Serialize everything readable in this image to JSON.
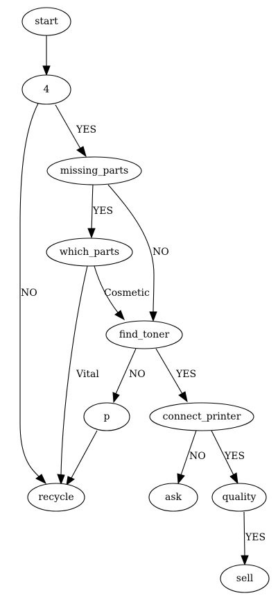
{
  "nodes": {
    "start": "start",
    "four": "4",
    "missing_parts": "missing_parts",
    "which_parts": "which_parts",
    "find_toner": "find_toner",
    "p": "p",
    "connect_printer": "connect_printer",
    "recycle": "recycle",
    "ask": "ask",
    "quality": "quality",
    "sell": "sell"
  },
  "edges": {
    "four_to_missing_parts": "YES",
    "four_to_recycle": "NO",
    "missing_parts_to_which_parts": "YES",
    "missing_parts_to_find_toner": "NO",
    "which_parts_to_find_toner": "Cosmetic",
    "which_parts_to_recycle": "Vital",
    "find_toner_to_p": "NO",
    "find_toner_to_connect_printer": "YES",
    "connect_printer_to_ask": "NO",
    "connect_printer_to_quality": "YES",
    "quality_to_sell": "YES"
  }
}
